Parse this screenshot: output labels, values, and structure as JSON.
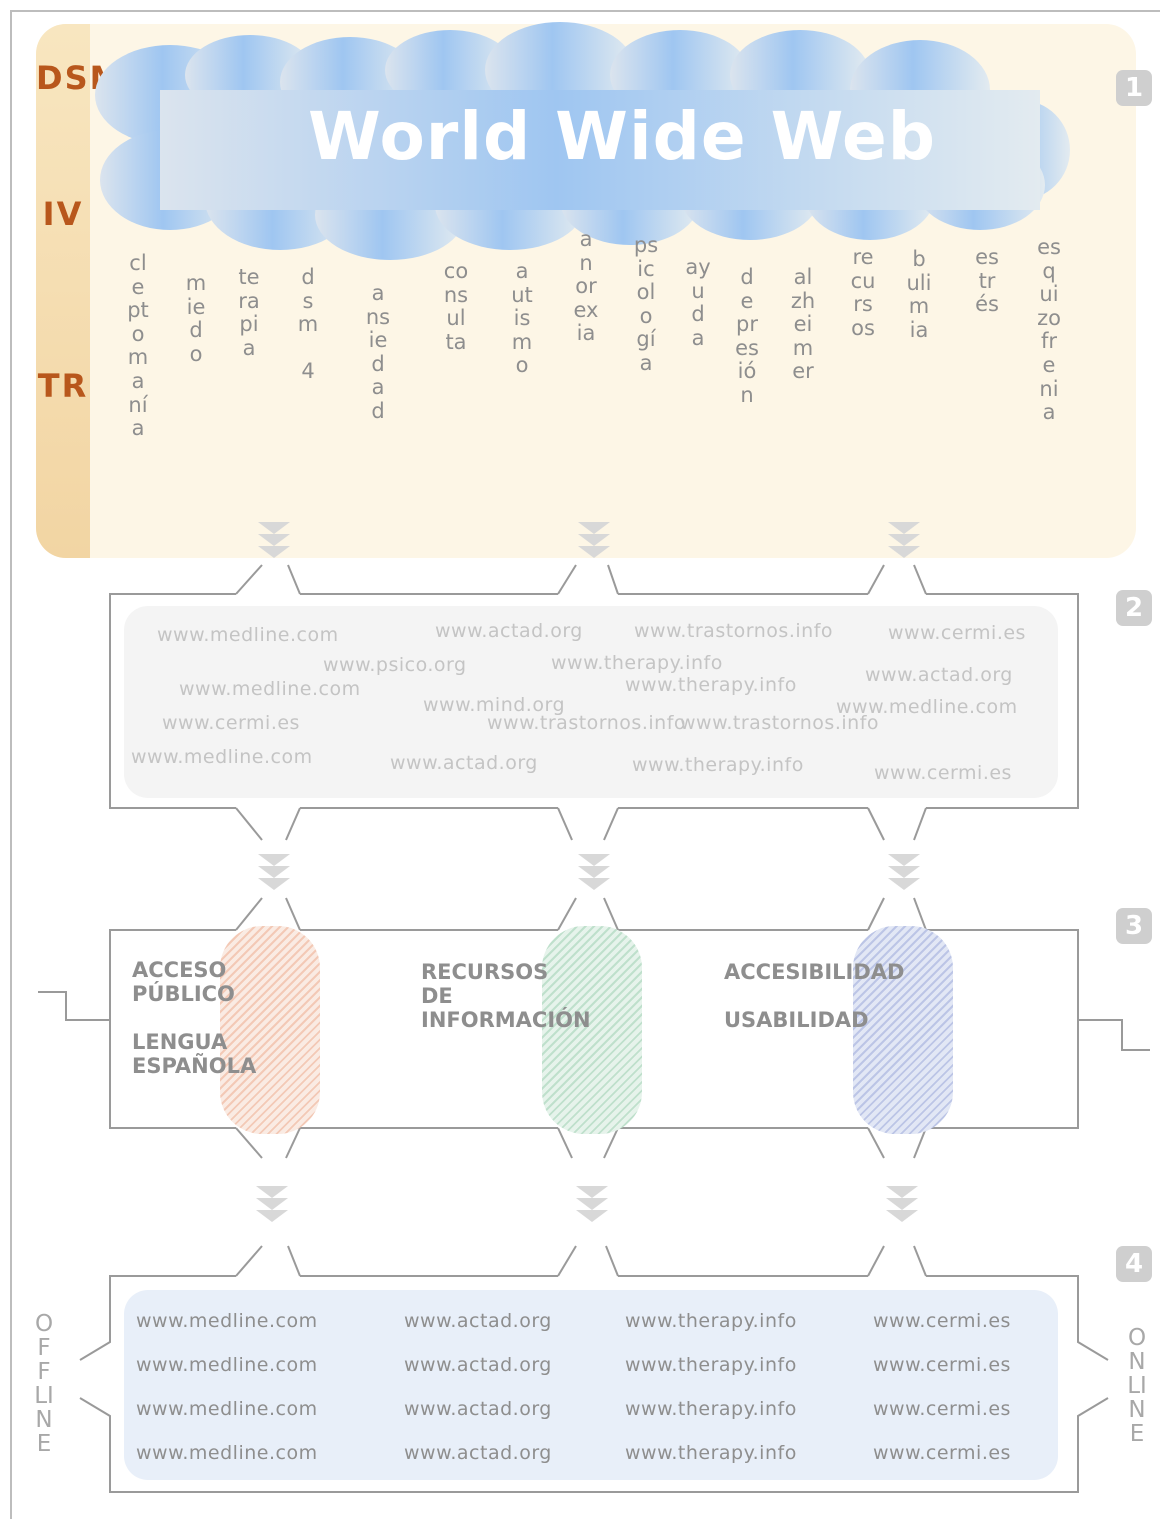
{
  "stage1": {
    "number": "1",
    "title": "World Wide Web",
    "dsm_lines": [
      "DSM",
      "IV",
      "TR"
    ],
    "keywords": [
      "cleptomanía",
      "miedo",
      "terapia",
      "dsm 4",
      "ansiedad",
      "consulta",
      "autismo",
      "anorexia",
      "psicología",
      "ayuda",
      "depresión",
      "alzheimer",
      "recursos",
      "bulimia",
      "estrés",
      "esquizofrenia"
    ]
  },
  "stage2": {
    "number": "2",
    "links": [
      "www.medline.com",
      "www.actad.org",
      "www.trastornos.info",
      "www.cermi.es",
      "www.psico.org",
      "www.therapy.info",
      "www.medline.com",
      "www.therapy.info",
      "www.actad.org",
      "www.mind.org",
      "www.medline.com",
      "www.cermi.es",
      "www.trastornos.info",
      "www.trastornos.info",
      "www.medline.com",
      "www.actad.org",
      "www.therapy.info",
      "www.cermi.es"
    ]
  },
  "stage3": {
    "number": "3",
    "groups": [
      {
        "line1": "ACCESO\nPÚBLICO",
        "line2": "LENGUA\nESPAÑOLA",
        "color": "#f3c9b6"
      },
      {
        "line1": "RECURSOS\nDE\nINFORMACIÓN",
        "line2": "",
        "color": "#bfe0cc"
      },
      {
        "line1": "ACCESIBILIDAD",
        "line2": "USABILIDAD",
        "color": "#bcc5e6"
      }
    ]
  },
  "stage4": {
    "number": "4",
    "columns": [
      "www.medline.com",
      "www.actad.org",
      "www.therapy.info",
      "www.cermi.es"
    ],
    "offline_label": "OFFLINE",
    "online_label": "ONLINE"
  },
  "colors": {
    "dsm": "#b8571c",
    "panel1": "#fdf6e6",
    "panel2": "#f4f4f4",
    "panel4": "#e8eff9",
    "cloud": "#a9c9ef"
  }
}
